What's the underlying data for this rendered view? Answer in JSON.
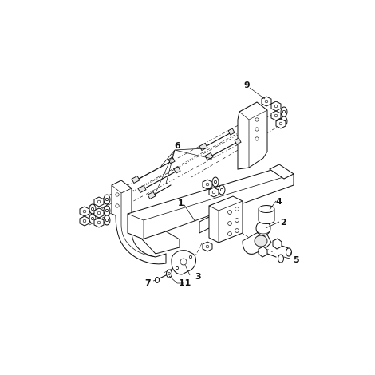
{
  "diagram": {
    "callouts": [
      {
        "id": "c1",
        "label": "1"
      },
      {
        "id": "c2",
        "label": "2"
      },
      {
        "id": "c3",
        "label": "3"
      },
      {
        "id": "c4",
        "label": "4"
      },
      {
        "id": "c5",
        "label": "5"
      },
      {
        "id": "c6",
        "label": "6"
      },
      {
        "id": "c7",
        "label": "7"
      },
      {
        "id": "c9",
        "label": "9"
      },
      {
        "id": "c11",
        "label": "11"
      }
    ]
  }
}
